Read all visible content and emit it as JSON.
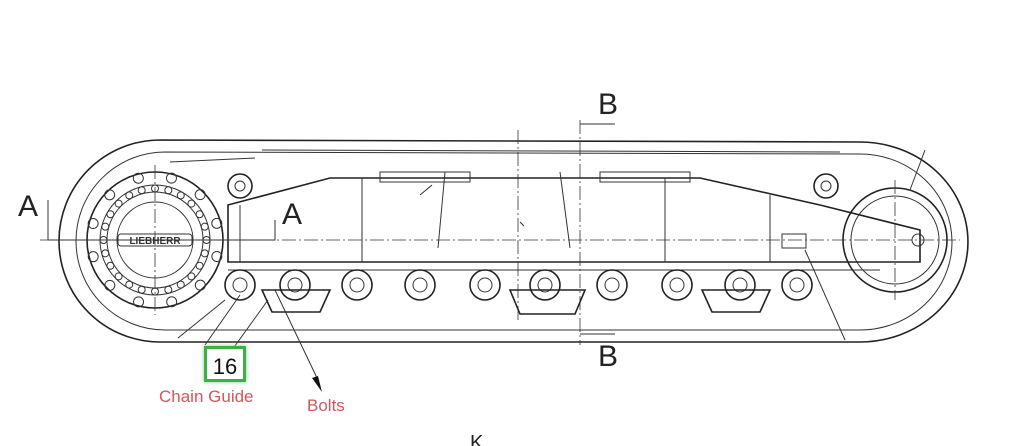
{
  "drawing": {
    "section_labels": {
      "a_left": "A",
      "a_right": "A",
      "b_top": "B",
      "b_bottom": "B"
    },
    "logo_text": "LIEBHERR",
    "bottom_partial_label": "K"
  },
  "annotations": {
    "part_number": "16",
    "chain_guide": "Chain Guide",
    "bolts": "Bolts"
  },
  "colors": {
    "highlight_box": "#3fae49",
    "annotation_text": "#d9545b",
    "line": "#222222"
  }
}
